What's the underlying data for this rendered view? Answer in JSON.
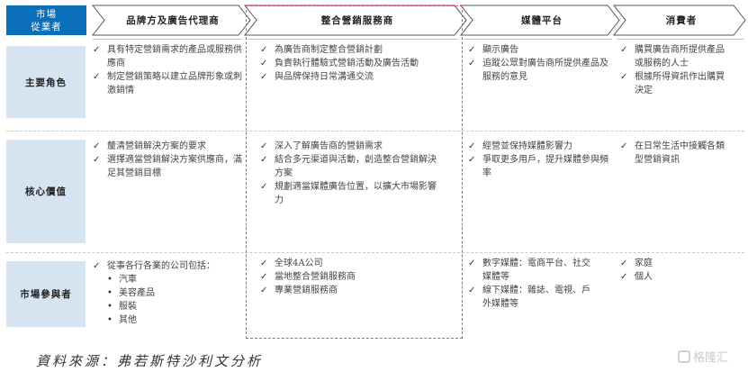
{
  "corner": {
    "line1": "市場",
    "line2": "從業者"
  },
  "columns": [
    {
      "label": "品牌方及廣告代理商"
    },
    {
      "label": "整合營銷服務商"
    },
    {
      "label": "媒體平台"
    },
    {
      "label": "消費者"
    }
  ],
  "rows": [
    {
      "label": "主要角色",
      "cells": [
        {
          "items": [
            {
              "text": "具有特定營銷需求的產品或服務供應商"
            },
            {
              "text": "制定營銷策略以建立品牌形象或刺激銷情"
            }
          ]
        },
        {
          "items": [
            {
              "text": "為廣告商制定整合營銷計劃"
            },
            {
              "text": "負責執行體驗式營銷活動及廣告活動"
            },
            {
              "text": "與品牌保持日常溝通交流"
            }
          ]
        },
        {
          "items": [
            {
              "text": "顯示廣告"
            },
            {
              "text": "追蹤公眾對廣告商所提供產品及服務的意見"
            }
          ]
        },
        {
          "items": [
            {
              "text": "購買廣告商所提供產品或服務的人士"
            },
            {
              "text": "根據所得資訊作出購買決定"
            }
          ]
        }
      ]
    },
    {
      "label": "核心價值",
      "cells": [
        {
          "items": [
            {
              "text": "釐清營銷解決方案的要求"
            },
            {
              "text": "選擇適當營銷解決方案供應商，滿足其營銷目標"
            }
          ]
        },
        {
          "items": [
            {
              "text": "深入了解廣告商的營銷需求"
            },
            {
              "text": "結合多元渠道與活動，創造整合營銷解決方案"
            },
            {
              "text": "規劃適當媒體廣告位置，以擴大市場影響力"
            }
          ]
        },
        {
          "items": [
            {
              "text": "經營並保持媒體影響力"
            },
            {
              "text": "爭取更多用戶，提升媒體參與頻率"
            }
          ]
        },
        {
          "items": [
            {
              "text": "在日常生活中接觸各類型營銷資訊"
            }
          ]
        }
      ]
    },
    {
      "label": "市場參與者",
      "cells": [
        {
          "items": [
            {
              "text": "從事各行各業的公司包括："
            }
          ],
          "subitems": [
            "汽車",
            "美容產品",
            "服裝",
            "其他"
          ]
        },
        {
          "items": [
            {
              "text": "全球4A公司"
            },
            {
              "text": "當地整合營銷服務商"
            },
            {
              "text": "專業營銷服務商"
            }
          ]
        },
        {
          "items": [
            {
              "text": "數字媒體：電商平台、社交媒體等"
            },
            {
              "text": "線下媒體：雜誌、電視、戶外媒體等"
            }
          ]
        },
        {
          "items": [
            {
              "text": "家庭"
            },
            {
              "text": "個人"
            }
          ]
        }
      ]
    }
  ],
  "icons": {
    "check": "✓",
    "bullet": "•"
  },
  "colors": {
    "corner_bg": "#0a6eb8",
    "rowhead_bg": "#d6e4f2",
    "highlight_border": "#e84a5f",
    "separator": "#b7cde6"
  },
  "source": "資料來源：弗若斯特沙利文分析",
  "watermark": "格隆汇"
}
